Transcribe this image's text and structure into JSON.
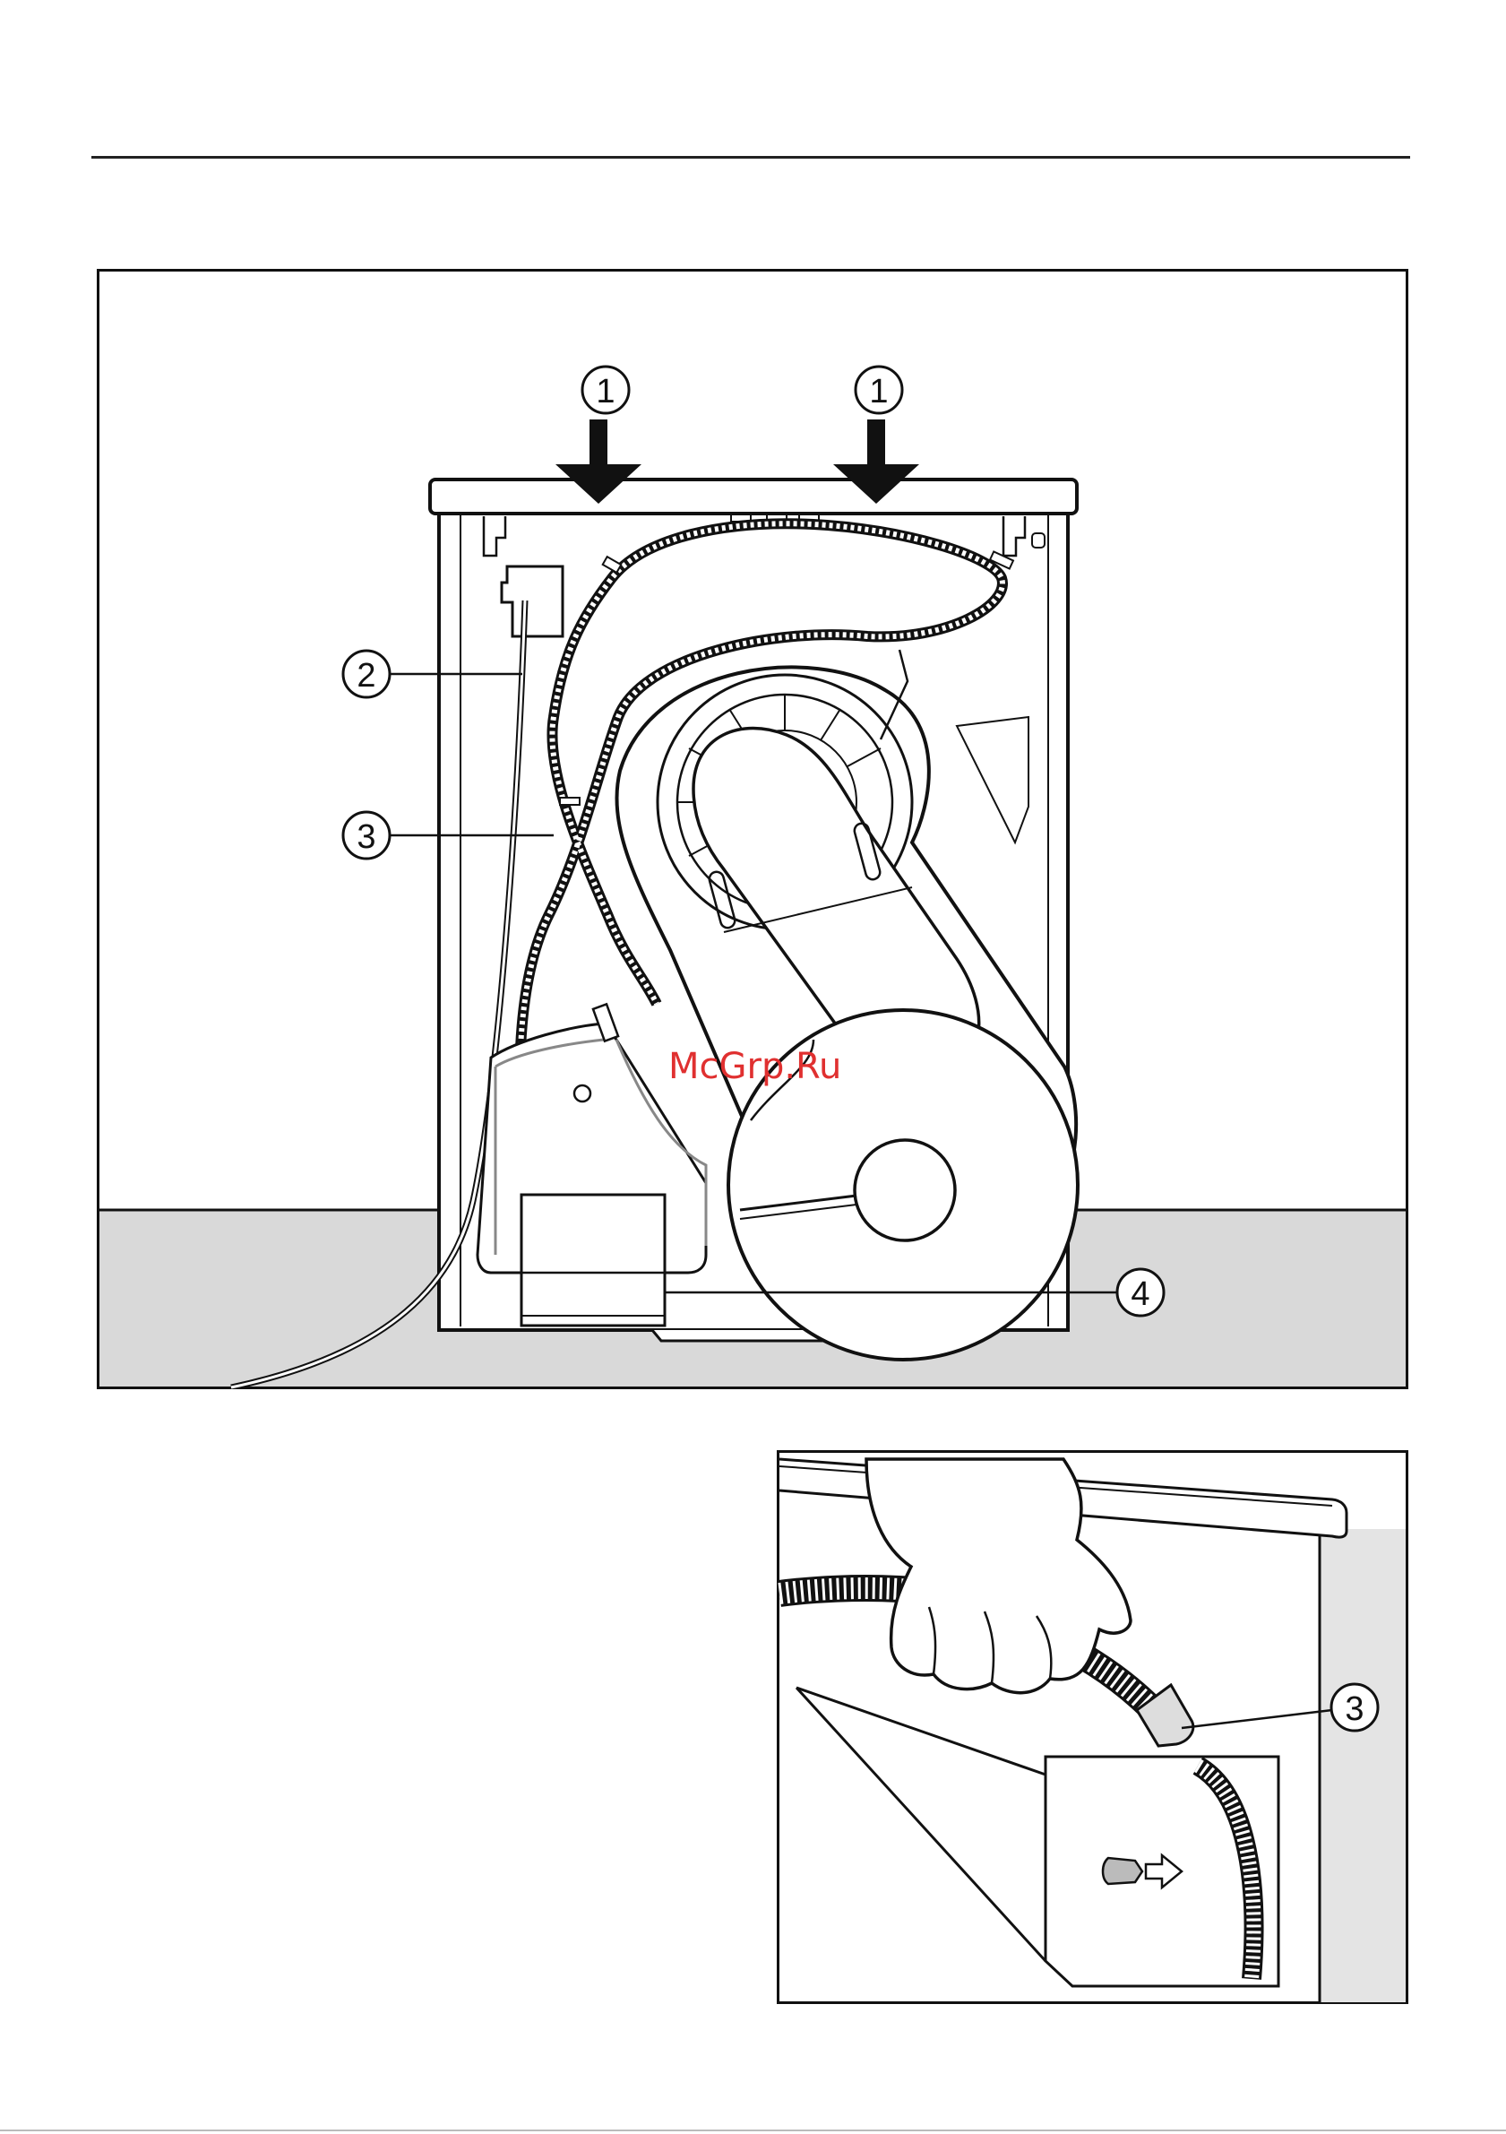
{
  "callouts": {
    "c1": "1",
    "c2": "2",
    "c3": "3",
    "c4": "4"
  },
  "watermark": "McGrp.Ru",
  "colors": {
    "floor": "#d9d9d9",
    "wall": "#ffffff",
    "line": "#111111",
    "watermark": "#e03030"
  }
}
